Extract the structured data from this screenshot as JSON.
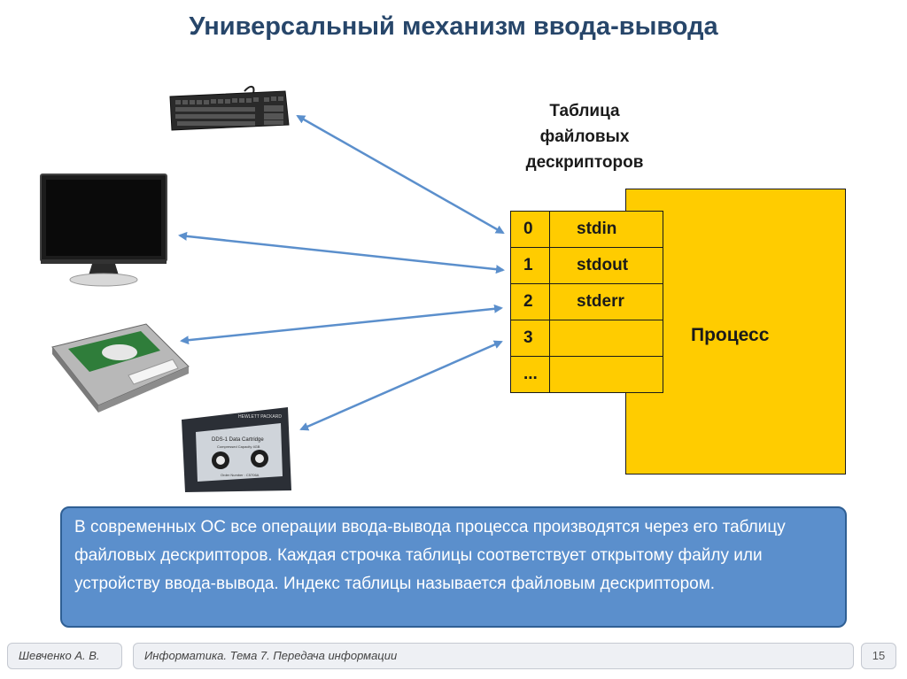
{
  "slide": {
    "title": "Универсальный механизм ввода-вывода",
    "table_caption": [
      "Таблица",
      "файловых",
      "дескрипторов"
    ],
    "process_label": "Процесс",
    "descriptor_rows": [
      {
        "index": "0",
        "name": "stdin"
      },
      {
        "index": "1",
        "name": "stdout"
      },
      {
        "index": "2",
        "name": "stderr"
      },
      {
        "index": "3",
        "name": ""
      },
      {
        "index": "...",
        "name": ""
      }
    ],
    "info_text": "В современных ОС все операции ввода-вывода процесса производятся через его таблицу файловых дескрипторов. Каждая строчка таблицы соответствует открытому файлу или устройству ввода-вывода. Индекс таблицы называется файловым дескриптором.",
    "device_labels": {
      "cassette_line1": "DDS-1 Data Cartridge",
      "cassette_line2": "Compressed Capacity 4GB",
      "cassette_line3": "Order Number : C5706A",
      "cassette_brand": "HEWLETT PACKARD"
    },
    "colors": {
      "title": "#27466a",
      "process_fill": "#ffcc00",
      "arrow": "#5b8fcc",
      "info_fill": "#5b8fcc"
    }
  },
  "footer": {
    "author": "Шевченко А. В.",
    "course": "Информатика. Тема 7. Передача информации",
    "page": "15"
  }
}
